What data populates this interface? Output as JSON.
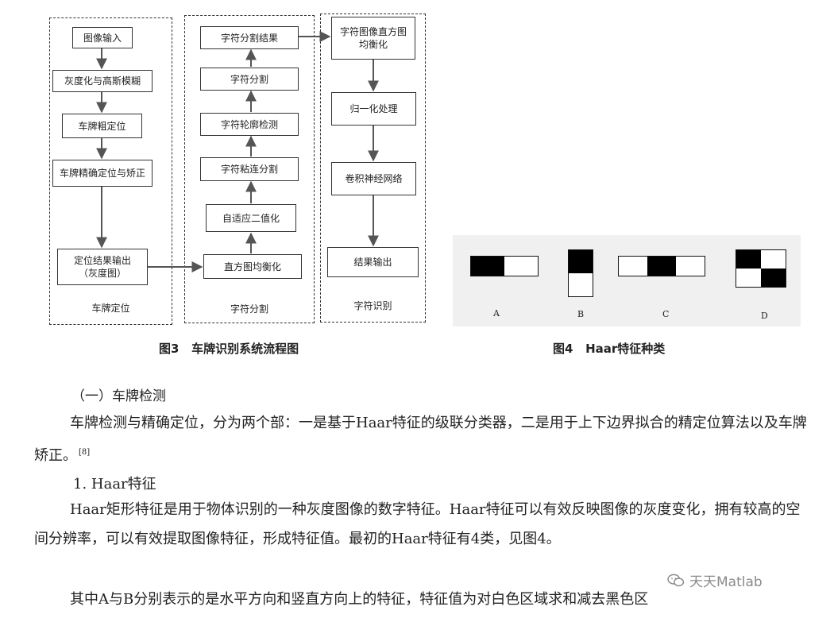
{
  "figure3": {
    "groups": {
      "localization": "车牌定位",
      "segmentation": "字符分割",
      "recognition": "字符识别"
    },
    "boxes": {
      "image_input": "图像输入",
      "grayscale_blur": "灰度化与高斯模糊",
      "coarse_locate": "车牌粗定位",
      "fine_locate": "车牌精确定位与矫正",
      "locate_output": "定位结果输出\n（灰度图）",
      "histogram_eq": "直方图均衡化",
      "adaptive_binarize": "自适应二值化",
      "char_merge_split": "字符粘连分割",
      "contour_detect": "字符轮廓检测",
      "char_split": "字符分割",
      "split_result": "字符分割结果",
      "char_hist_eq": "字符图像直方图\n均衡化",
      "normalize": "归一化处理",
      "cnn": "卷积神经网络",
      "result_output": "结果输出"
    },
    "caption": "图3   车牌识别系统流程图"
  },
  "figure4": {
    "labels": {
      "a": "A",
      "b": "B",
      "c": "C",
      "d": "D"
    },
    "caption": "图4   Haar特征种类"
  },
  "text": {
    "section_heading": "（一）车牌检测",
    "para1": "车牌检测与精确定位，分为两个部：一是基于Haar特征的级联分类器，二是用于上下边界拟合的精定位算法以及车牌矫正。",
    "para1_ref": "[8]",
    "sub_heading": "1.  Haar特征",
    "para2": "Haar矩形特征是用于物体识别的一种灰度图像的数字特征。Haar特征可以有效反映图像的灰度变化，拥有较高的空间分辨率，可以有效提取图像特征，形成特征值。最初的Haar特征有4类，见图4。",
    "para3": "其中A与B分别表示的是水平方向和竖直方向上的特征，特征值为对白色区域求和减去黑色区"
  },
  "watermark": "天天Matlab"
}
